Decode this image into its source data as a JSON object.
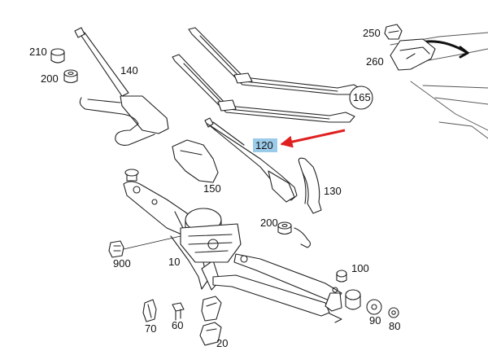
{
  "callouts": {
    "c210": "210",
    "c200a": "200",
    "c140": "140",
    "c250": "250",
    "c260": "260",
    "c165": "165",
    "c120": "120",
    "c150": "150",
    "c130": "130",
    "c200b": "200",
    "c900": "900",
    "c10": "10",
    "c100": "100",
    "c70": "70",
    "c60": "60",
    "c20": "20",
    "c90": "90",
    "c80": "80"
  },
  "highlight": {
    "part": "120",
    "highlight_color": "#9ccbea",
    "arrow_color": "#e02020"
  },
  "icons": [
    "wiper-arm-icon",
    "wiper-blade-icon",
    "wiper-motor-icon",
    "linkage-icon",
    "nut-icon",
    "cap-icon",
    "bolt-icon",
    "clip-icon",
    "connector-icon",
    "bracket-icon",
    "washer-icon",
    "bearing-icon",
    "windshield-icon",
    "red-arrow-icon"
  ]
}
